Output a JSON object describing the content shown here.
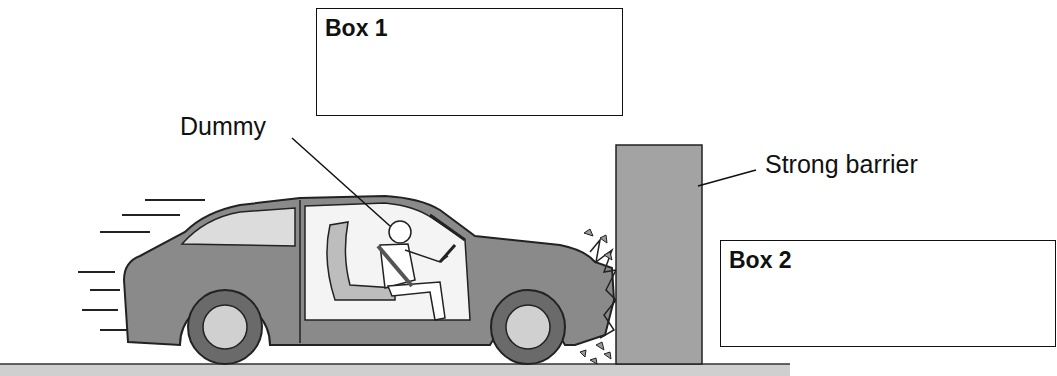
{
  "diagram": {
    "nodes": [
      {
        "text": [
          "Box 1"
        ]
      },
      {
        "text": [
          "Box 2"
        ]
      }
    ],
    "labels": [
      "Dummy",
      "Strong barrier"
    ]
  }
}
